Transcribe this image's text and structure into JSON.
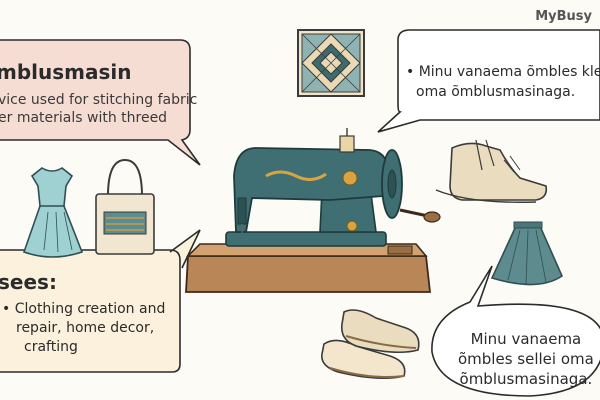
{
  "brand": "MyBusy",
  "definition": {
    "title": "mblusmasin",
    "lines": [
      "vice used for stitching fabric",
      "er materials with threed"
    ]
  },
  "quote_top": {
    "lines": [
      "• Minu vanaema õmbles kleidi",
      "oma õmblusmasinaga."
    ]
  },
  "uses": {
    "title": "sees:",
    "lines": [
      "• Clothing creation and",
      "repair, home decor,",
      "crafting"
    ]
  },
  "quote_bottom": {
    "lines": [
      "Minu vanaema",
      "õmbles sellei oma",
      "õmblusmasinaga."
    ]
  },
  "colors": {
    "bubble_pink": "#f6ddd3",
    "bubble_cream": "#fbf1dc",
    "bubble_white": "#ffffff",
    "machine_teal": "#3f6f72",
    "table_wood": "#b98757",
    "gold": "#d7a443"
  },
  "illustrations": [
    "quilt-block",
    "dress",
    "tote-bag",
    "sewing-machine",
    "boot",
    "skirt",
    "shoes"
  ]
}
